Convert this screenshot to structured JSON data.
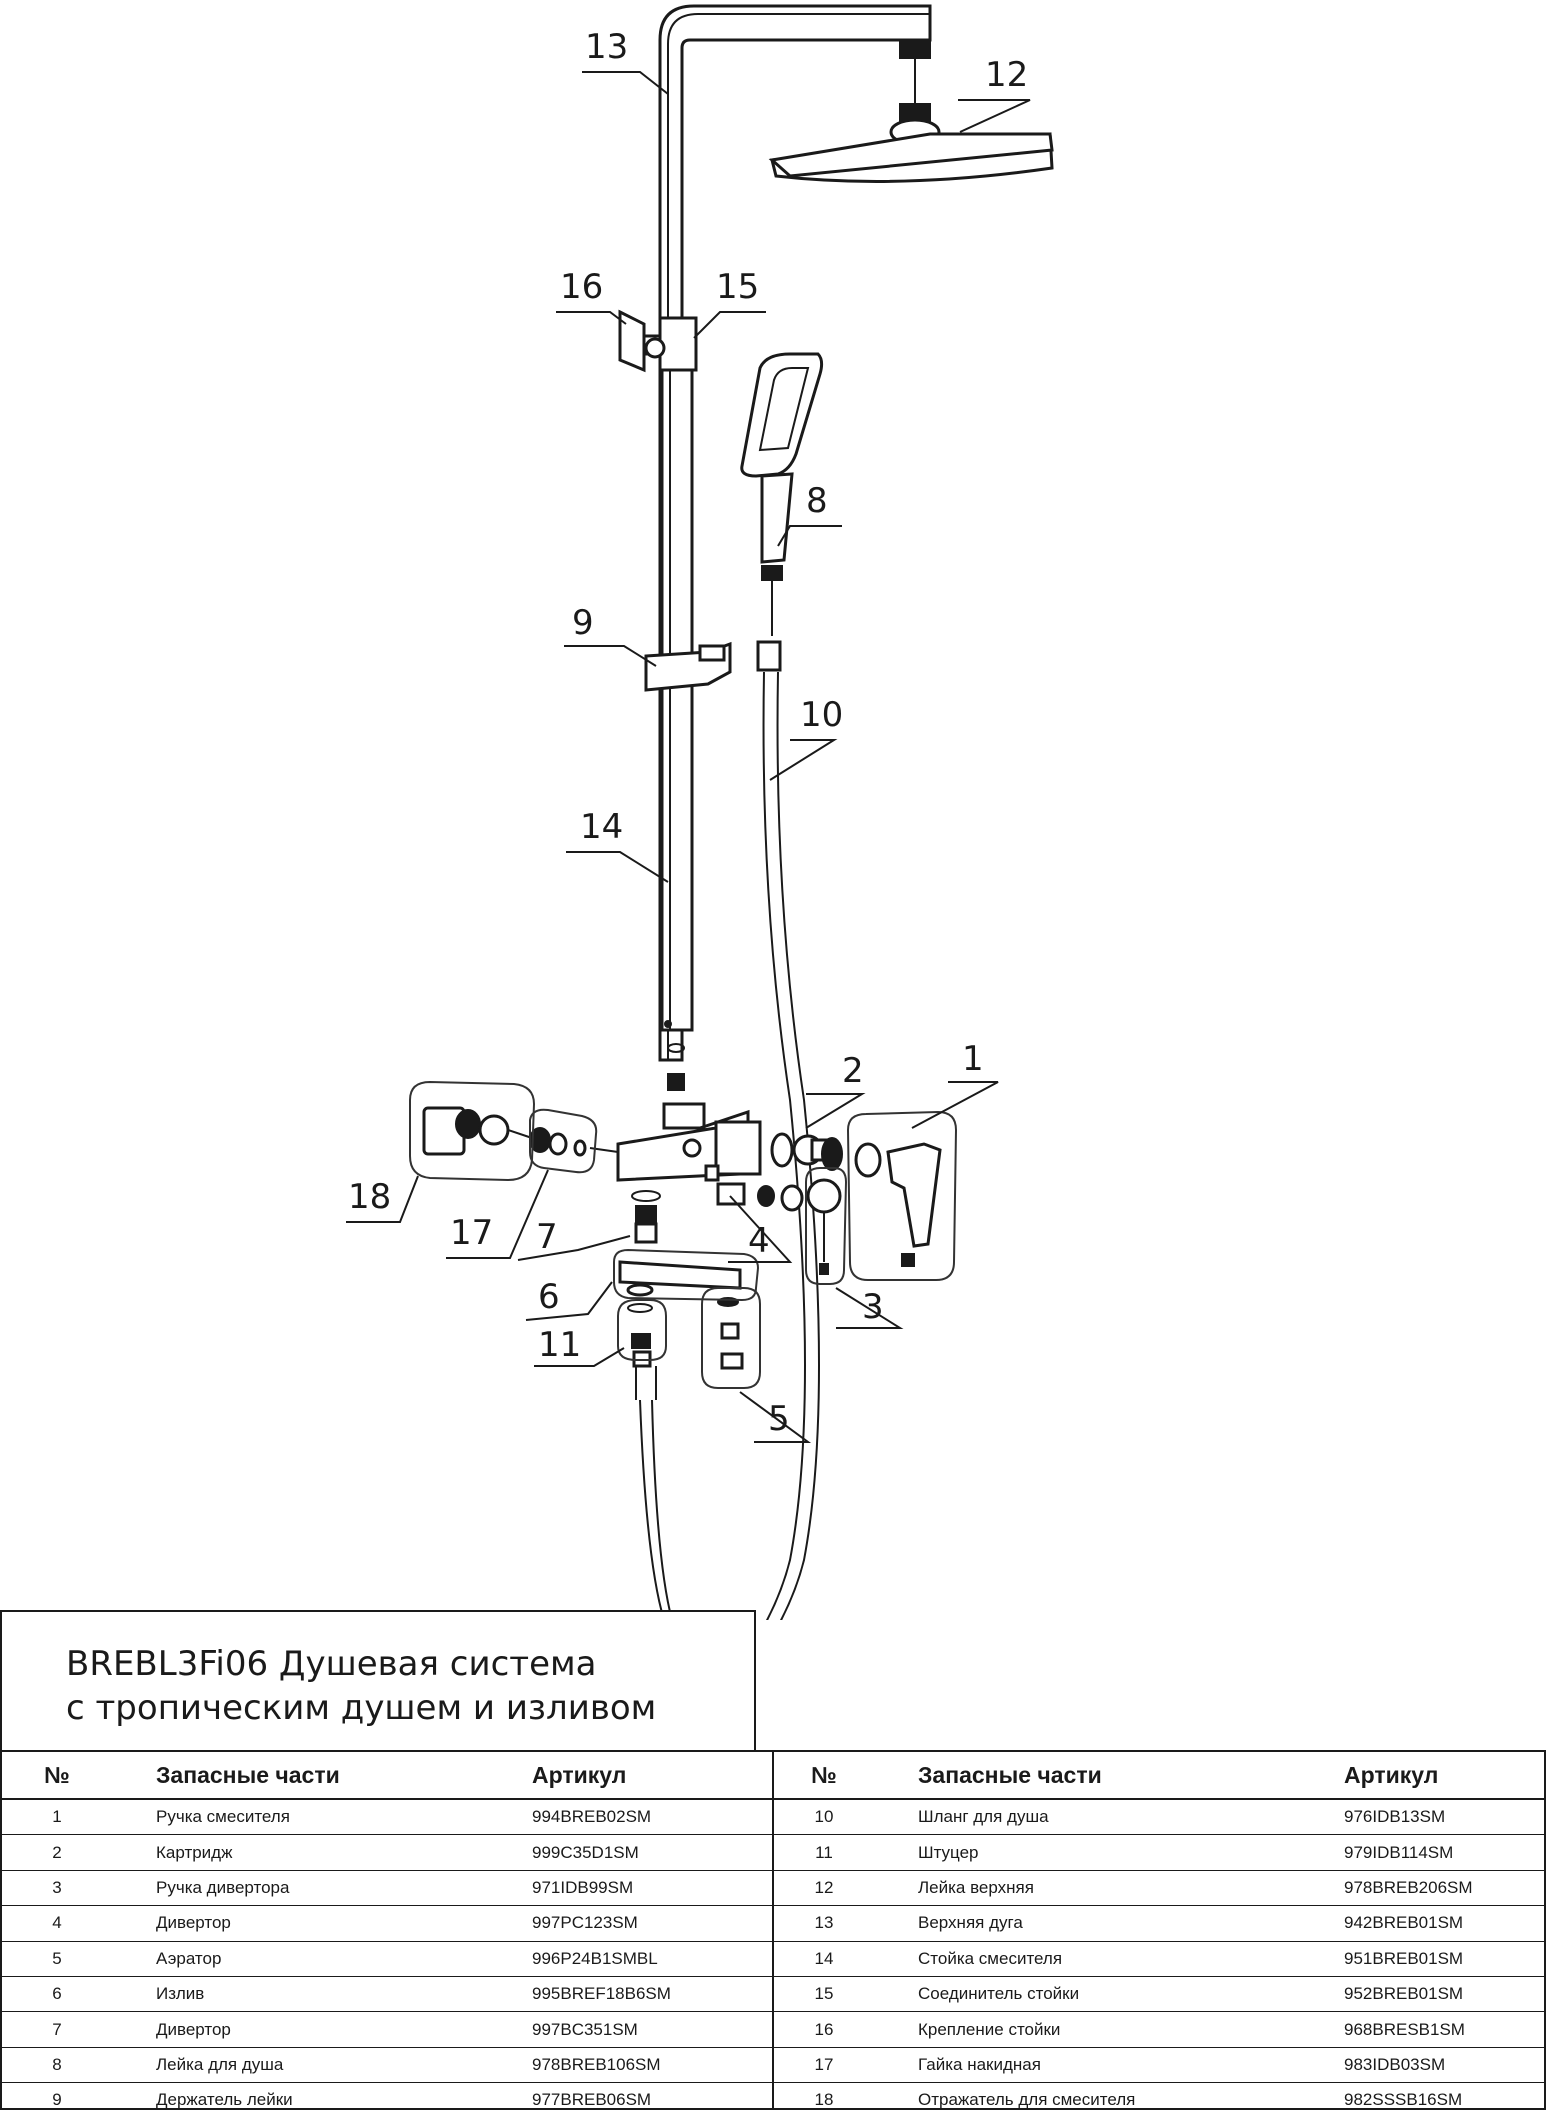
{
  "title": {
    "line1": "BREBL3Fi06 Душевая система",
    "line2": "с тропическим душем и изливом"
  },
  "callouts": {
    "c1": "1",
    "c2": "2",
    "c3": "3",
    "c4": "4",
    "c5": "5",
    "c6": "6",
    "c7": "7",
    "c8": "8",
    "c9": "9",
    "c10": "10",
    "c11": "11",
    "c12": "12",
    "c13": "13",
    "c14": "14",
    "c15": "15",
    "c16": "16",
    "c17": "17",
    "c18": "18"
  },
  "table": {
    "header": {
      "num": "№",
      "name": "Запасные части",
      "article": "Артикул"
    },
    "left": [
      {
        "num": "1",
        "name": "Ручка смесителя",
        "article": "994BREB02SM"
      },
      {
        "num": "2",
        "name": "Картридж",
        "article": "999C35D1SM"
      },
      {
        "num": "3",
        "name": "Ручка дивертора",
        "article": "971IDB99SM"
      },
      {
        "num": "4",
        "name": "Дивертор",
        "article": "997PC123SM"
      },
      {
        "num": "5",
        "name": "Аэратор",
        "article": "996P24B1SMBL"
      },
      {
        "num": "6",
        "name": "Излив",
        "article": "995BREF18B6SM"
      },
      {
        "num": "7",
        "name": "Дивертор",
        "article": "997BC351SM"
      },
      {
        "num": "8",
        "name": "Лейка для душа",
        "article": "978BREB106SM"
      },
      {
        "num": "9",
        "name": "Держатель лейки",
        "article": "977BREB06SM"
      }
    ],
    "right": [
      {
        "num": "10",
        "name": "Шланг для душа",
        "article": "976IDB13SM"
      },
      {
        "num": "11",
        "name": "Штуцер",
        "article": "979IDB114SM"
      },
      {
        "num": "12",
        "name": "Лейка верхняя",
        "article": "978BREB206SM"
      },
      {
        "num": "13",
        "name": "Верхняя дуга",
        "article": "942BREB01SM"
      },
      {
        "num": "14",
        "name": "Стойка смесителя",
        "article": "951BREB01SM"
      },
      {
        "num": "15",
        "name": "Соединитель стойки",
        "article": "952BREB01SM"
      },
      {
        "num": "16",
        "name": "Крепление стойки",
        "article": "968BRESB1SM"
      },
      {
        "num": "17",
        "name": "Гайка накидная",
        "article": "983IDB03SM"
      },
      {
        "num": "18",
        "name": "Отражатель для смесителя",
        "article": "982SSSB16SM"
      }
    ]
  }
}
